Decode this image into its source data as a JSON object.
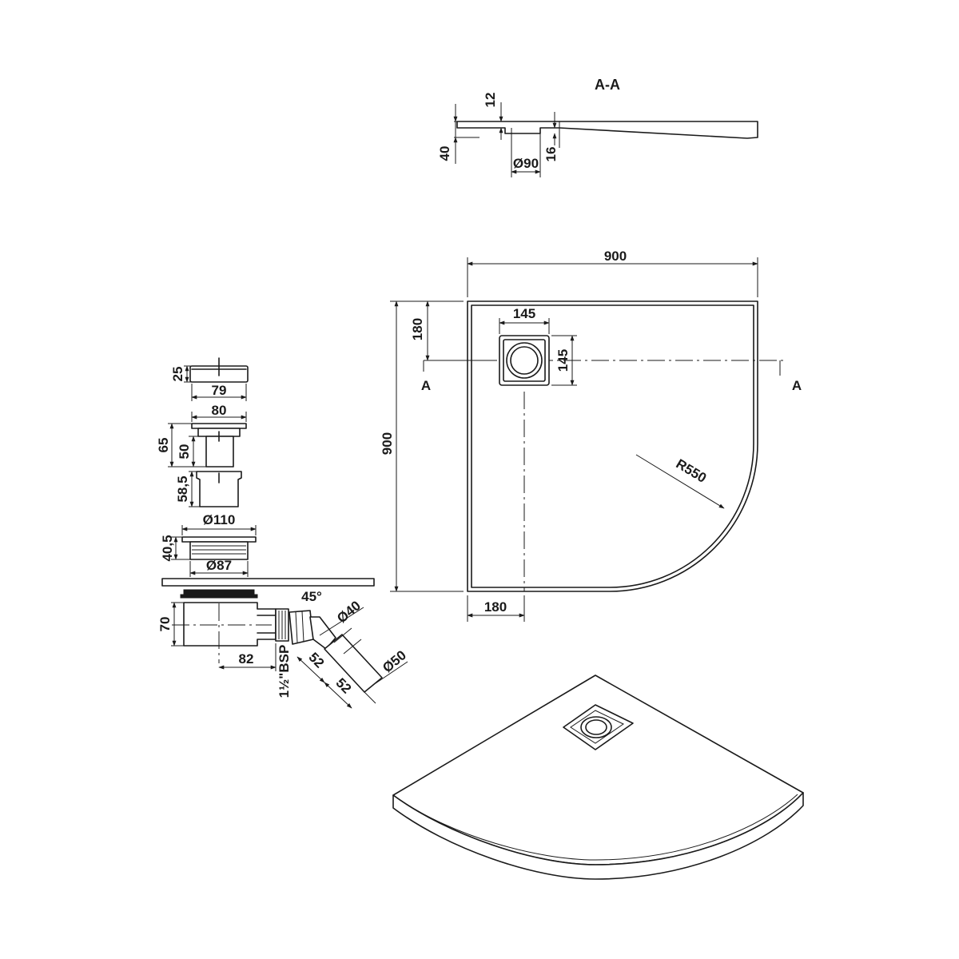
{
  "section": {
    "title": "A-A",
    "depth": "12",
    "height": "40",
    "drain_diameter": "Ø90",
    "drain_depth": "16"
  },
  "plan": {
    "width": "900",
    "height": "900",
    "drain_offset_top": "180",
    "drain_offset_left": "180",
    "drain_width": "145",
    "drain_height": "145",
    "radius": "R550",
    "section_marker_left": "A",
    "section_marker_right": "A"
  },
  "waste": {
    "grate_height": "25",
    "grate_width": "79",
    "cup_width": "80",
    "cup_height_total": "65",
    "cup_height_body": "50",
    "sleeve_height": "58,5",
    "flange_diameter": "Ø110",
    "nut_height": "40,5",
    "nut_diameter": "Ø87",
    "trap_height": "70",
    "trap_length": "82",
    "thread": "1½\"BSP",
    "elbow_angle": "45°",
    "pipe_diameter_small": "Ø40",
    "pipe_diameter_large": "Ø50",
    "pipe_length_1": "52",
    "pipe_length_2": "52"
  }
}
